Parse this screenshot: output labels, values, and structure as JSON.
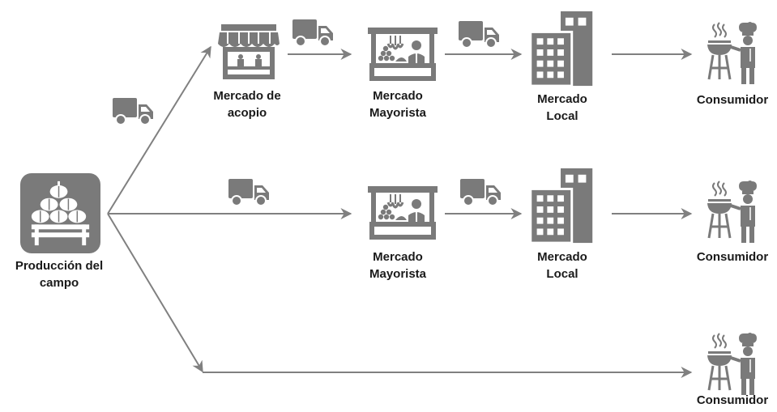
{
  "origin": {
    "label_line1": "Producción del",
    "label_line2": "campo"
  },
  "row1": {
    "acopio": {
      "line1": "Mercado de",
      "line2": "acopio"
    },
    "mayorista": {
      "line1": "Mercado",
      "line2": "Mayorista"
    },
    "local": {
      "line1": "Mercado",
      "line2": "Local"
    },
    "consumer": {
      "line1": "Consumidor"
    }
  },
  "row2": {
    "mayorista": {
      "line1": "Mercado",
      "line2": "Mayorista"
    },
    "local": {
      "line1": "Mercado",
      "line2": "Local"
    },
    "consumer": {
      "line1": "Consumidor"
    }
  },
  "row3": {
    "consumer": {
      "line1": "Consumidor"
    }
  },
  "icons": {
    "origin": "pumpkin-crate-icon",
    "truck": "truck-icon",
    "acopio": "market-stall-icon",
    "mayorista": "wholesale-vendor-icon",
    "local": "city-buildings-icon",
    "consumer": "chef-grill-icon"
  },
  "colors": {
    "icon": "#7a7a7a",
    "arrow": "#808080",
    "text": "#1a1a1a"
  }
}
